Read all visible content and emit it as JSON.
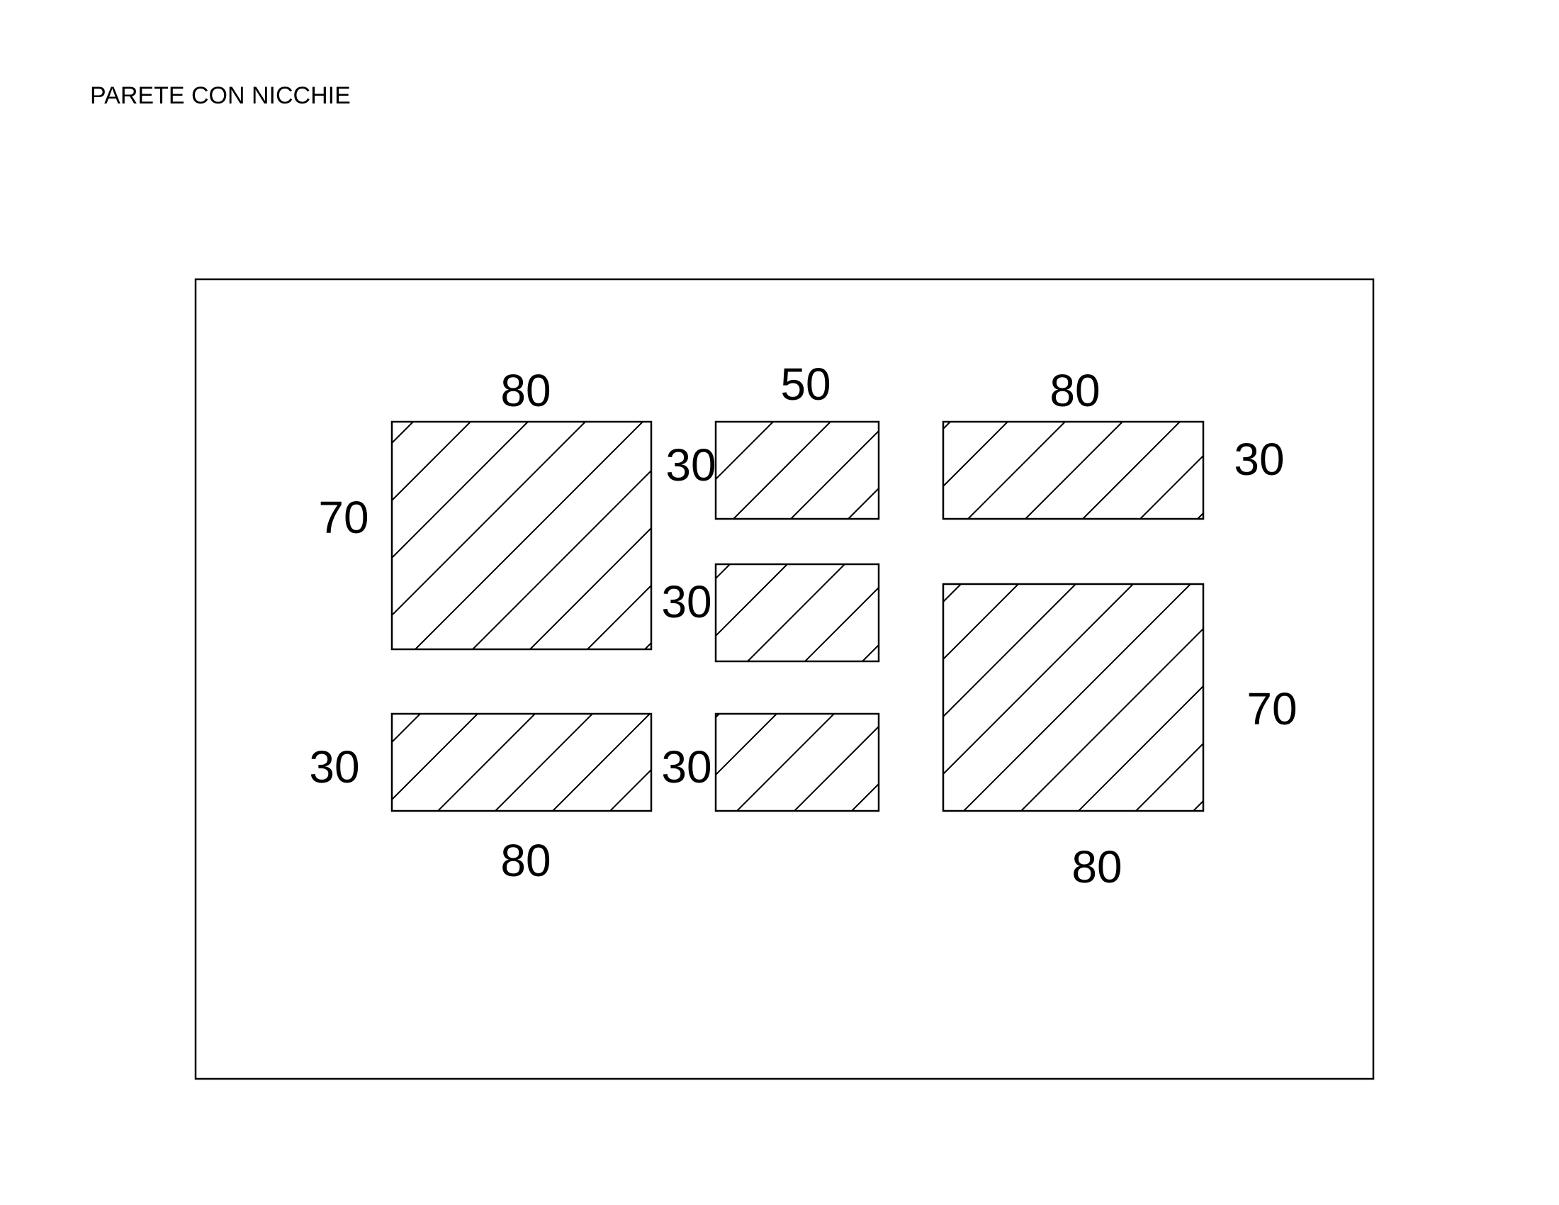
{
  "title": "PARETE CON NICCHIE",
  "niches": [
    {
      "id": "niche-top-left",
      "labels": {
        "top": "80",
        "left": "70"
      }
    },
    {
      "id": "niche-top-middle",
      "labels": {
        "top": "50",
        "left": "30"
      }
    },
    {
      "id": "niche-top-right",
      "labels": {
        "top": "80",
        "right": "30"
      }
    },
    {
      "id": "niche-middle-middle",
      "labels": {
        "left": "30"
      }
    },
    {
      "id": "niche-bottom-left",
      "labels": {
        "left": "30",
        "bottom": "80"
      }
    },
    {
      "id": "niche-bottom-middle",
      "labels": {
        "left": "30"
      }
    },
    {
      "id": "niche-bottom-right",
      "labels": {
        "right": "70",
        "bottom": "80"
      }
    }
  ],
  "colors": {
    "stroke": "#000000",
    "background": "#ffffff"
  }
}
